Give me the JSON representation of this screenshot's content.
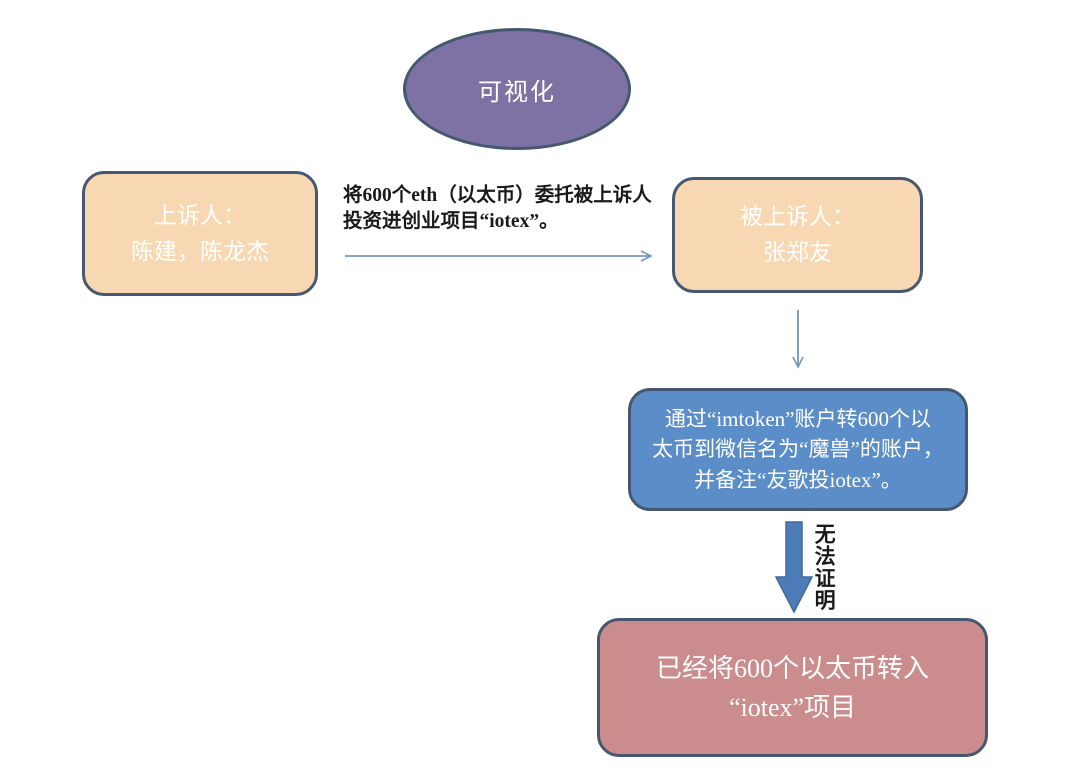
{
  "colors": {
    "border": "#45586f",
    "ellipse_fill": "#7e72a5",
    "peach_fill": "#f8d8b2",
    "blue_fill": "#5b8dc9",
    "pink_fill": "#ca8c8c",
    "thin_arrow": "#7496be",
    "thick_arrow_fill": "#4e7cb8",
    "thick_arrow_edge": "#41689c"
  },
  "diagram": {
    "title_ellipse": {
      "label": "可视化"
    },
    "appellant_box": {
      "line1": "上诉人：",
      "line2": "陈建，陈龙杰"
    },
    "transfer_label": "将600个eth（以太币）委托被上诉人投资进创业项目“iotex”。",
    "appellee_box": {
      "line1": "被上诉人：",
      "line2": "张郑友"
    },
    "imtoken_box": {
      "lines": [
        "通过“imtoken”账户转600个以",
        "太币到微信名为“魔兽”的账户，",
        "并备注“友歌投iotex”。"
      ]
    },
    "cannot_prove_label": "无法证明",
    "result_box": {
      "line1": "已经将600个以太币转入",
      "line2": "“iotex”项目"
    }
  }
}
